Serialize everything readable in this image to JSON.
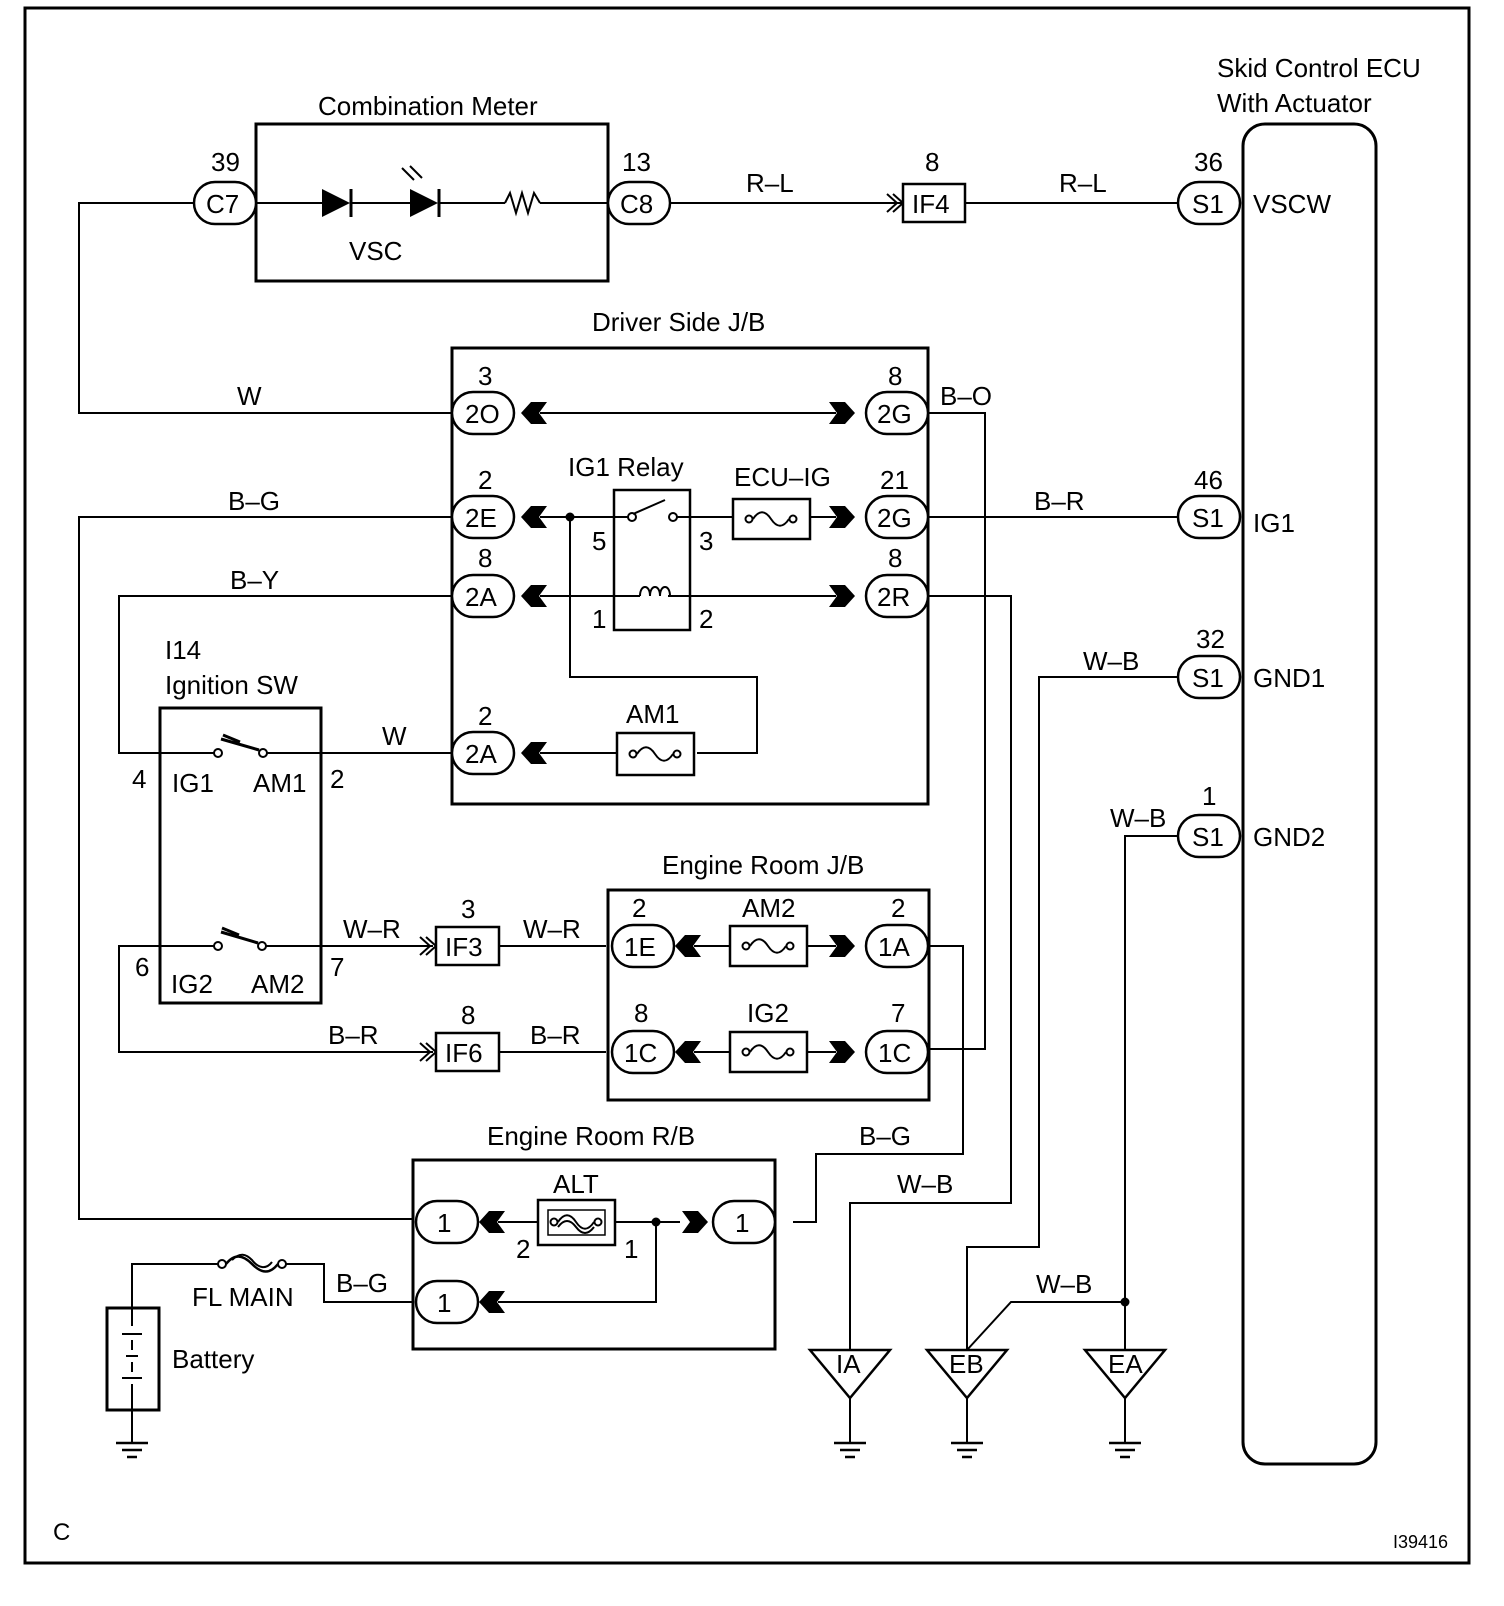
{
  "components": {
    "ecu": {
      "title_line1": "Skid Control ECU",
      "title_line2": "With Actuator"
    },
    "combination_meter": {
      "title": "Combination Meter",
      "lamp_label": "VSC"
    },
    "driver_jb": {
      "title": "Driver Side J/B",
      "relay_label": "IG1 Relay",
      "fuse_ecu_ig": "ECU–IG",
      "fuse_am1": "AM1"
    },
    "ignition_sw": {
      "id": "I14",
      "title": "Ignition SW",
      "ig1": "IG1",
      "am1": "AM1",
      "ig2": "IG2",
      "am2": "AM2"
    },
    "engine_jb": {
      "title": "Engine Room J/B",
      "fuse_am2": "AM2",
      "fuse_ig2": "IG2"
    },
    "engine_rb": {
      "title": "Engine Room R/B",
      "fuse_alt": "ALT"
    },
    "battery": {
      "label": "Battery",
      "fuse": "FL MAIN"
    }
  },
  "connectors": {
    "c7": {
      "id": "C7",
      "pin": "39"
    },
    "c8": {
      "id": "C8",
      "pin": "13"
    },
    "if4": {
      "id": "IF4",
      "pin": "8"
    },
    "s1_vscw": {
      "id": "S1",
      "pin": "36",
      "terminal": "VSCW"
    },
    "s1_ig1": {
      "id": "S1",
      "pin": "46",
      "terminal": "IG1"
    },
    "s1_gnd1": {
      "id": "S1",
      "pin": "32",
      "terminal": "GND1"
    },
    "s1_gnd2": {
      "id": "S1",
      "pin": "1",
      "terminal": "GND2"
    },
    "jb_2o": {
      "id": "2O",
      "pin": "3"
    },
    "jb_2g_top": {
      "id": "2G",
      "pin": "8"
    },
    "jb_2e": {
      "id": "2E",
      "pin": "2"
    },
    "jb_2g_mid": {
      "id": "2G",
      "pin": "21"
    },
    "jb_2a_top": {
      "id": "2A",
      "pin": "8"
    },
    "jb_2r": {
      "id": "2R",
      "pin": "8"
    },
    "jb_2a_bot": {
      "id": "2A",
      "pin": "2"
    },
    "if3": {
      "id": "IF3",
      "pin": "3"
    },
    "if6": {
      "id": "IF6",
      "pin": "8"
    },
    "er_1e": {
      "id": "1E",
      "pin": "2"
    },
    "er_1a": {
      "id": "1A",
      "pin": "2"
    },
    "er_1c_left": {
      "id": "1C",
      "pin": "8"
    },
    "er_1c_right": {
      "id": "1C",
      "pin": "7"
    },
    "rb_1a": {
      "id": "1"
    },
    "rb_1b": {
      "id": "1"
    },
    "rb_1c": {
      "id": "1"
    }
  },
  "pins": {
    "relay_5": "5",
    "relay_3": "3",
    "relay_1": "1",
    "relay_2": "2",
    "sw_4": "4",
    "sw_2": "2",
    "sw_6": "6",
    "sw_7": "7",
    "alt_2": "2",
    "alt_1": "1"
  },
  "wires": {
    "rl1": "R–L",
    "rl2": "R–L",
    "w_top": "W",
    "bo": "B–O",
    "bg_left": "B–G",
    "br_ig1": "B–R",
    "by": "B–Y",
    "w_am1": "W",
    "wb_gnd1": "W–B",
    "wb_gnd2": "W–B",
    "wr1": "W–R",
    "wr2": "W–R",
    "br1": "B–R",
    "br2": "B–R",
    "bg_rb": "B–G",
    "wb_ia": "W–B",
    "wb_ea": "W–B",
    "bg_batt": "B–G"
  },
  "grounds": {
    "ia": "IA",
    "eb": "EB",
    "ea": "EA"
  },
  "footer": {
    "corner": "C",
    "code": "I39416"
  }
}
